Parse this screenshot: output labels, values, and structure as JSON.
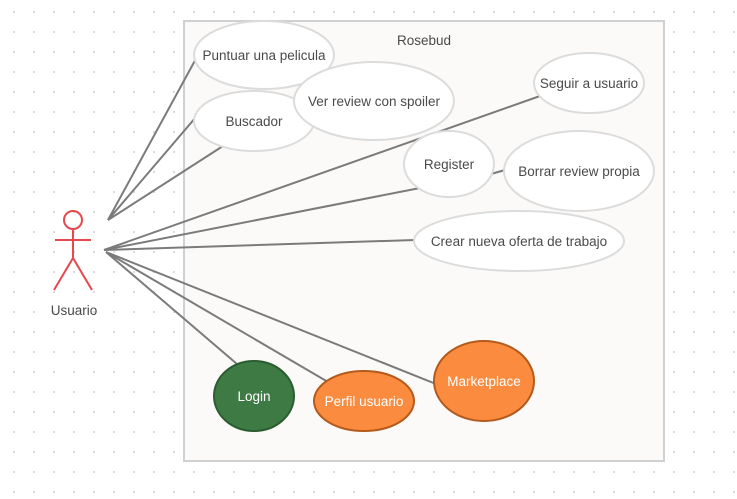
{
  "system": {
    "title": "Rosebud"
  },
  "actor": {
    "name": "Usuario"
  },
  "use_cases": {
    "puntuar": "Puntuar una pelicula",
    "buscador": "Buscador",
    "ver_review": "Ver review con spoiler",
    "seguir": "Seguir a usuario",
    "register": "Register",
    "borrar_review": "Borrar review propia",
    "crear_oferta": "Crear nueva oferta de trabajo",
    "login": "Login",
    "perfil": "Perfil usuario",
    "marketplace": "Marketplace"
  },
  "colors": {
    "login_fill": "#3e7a44",
    "highlight_fill": "#fb8c3f",
    "actor_stroke": "#e5484d",
    "association_line": "#7b7b7b"
  }
}
